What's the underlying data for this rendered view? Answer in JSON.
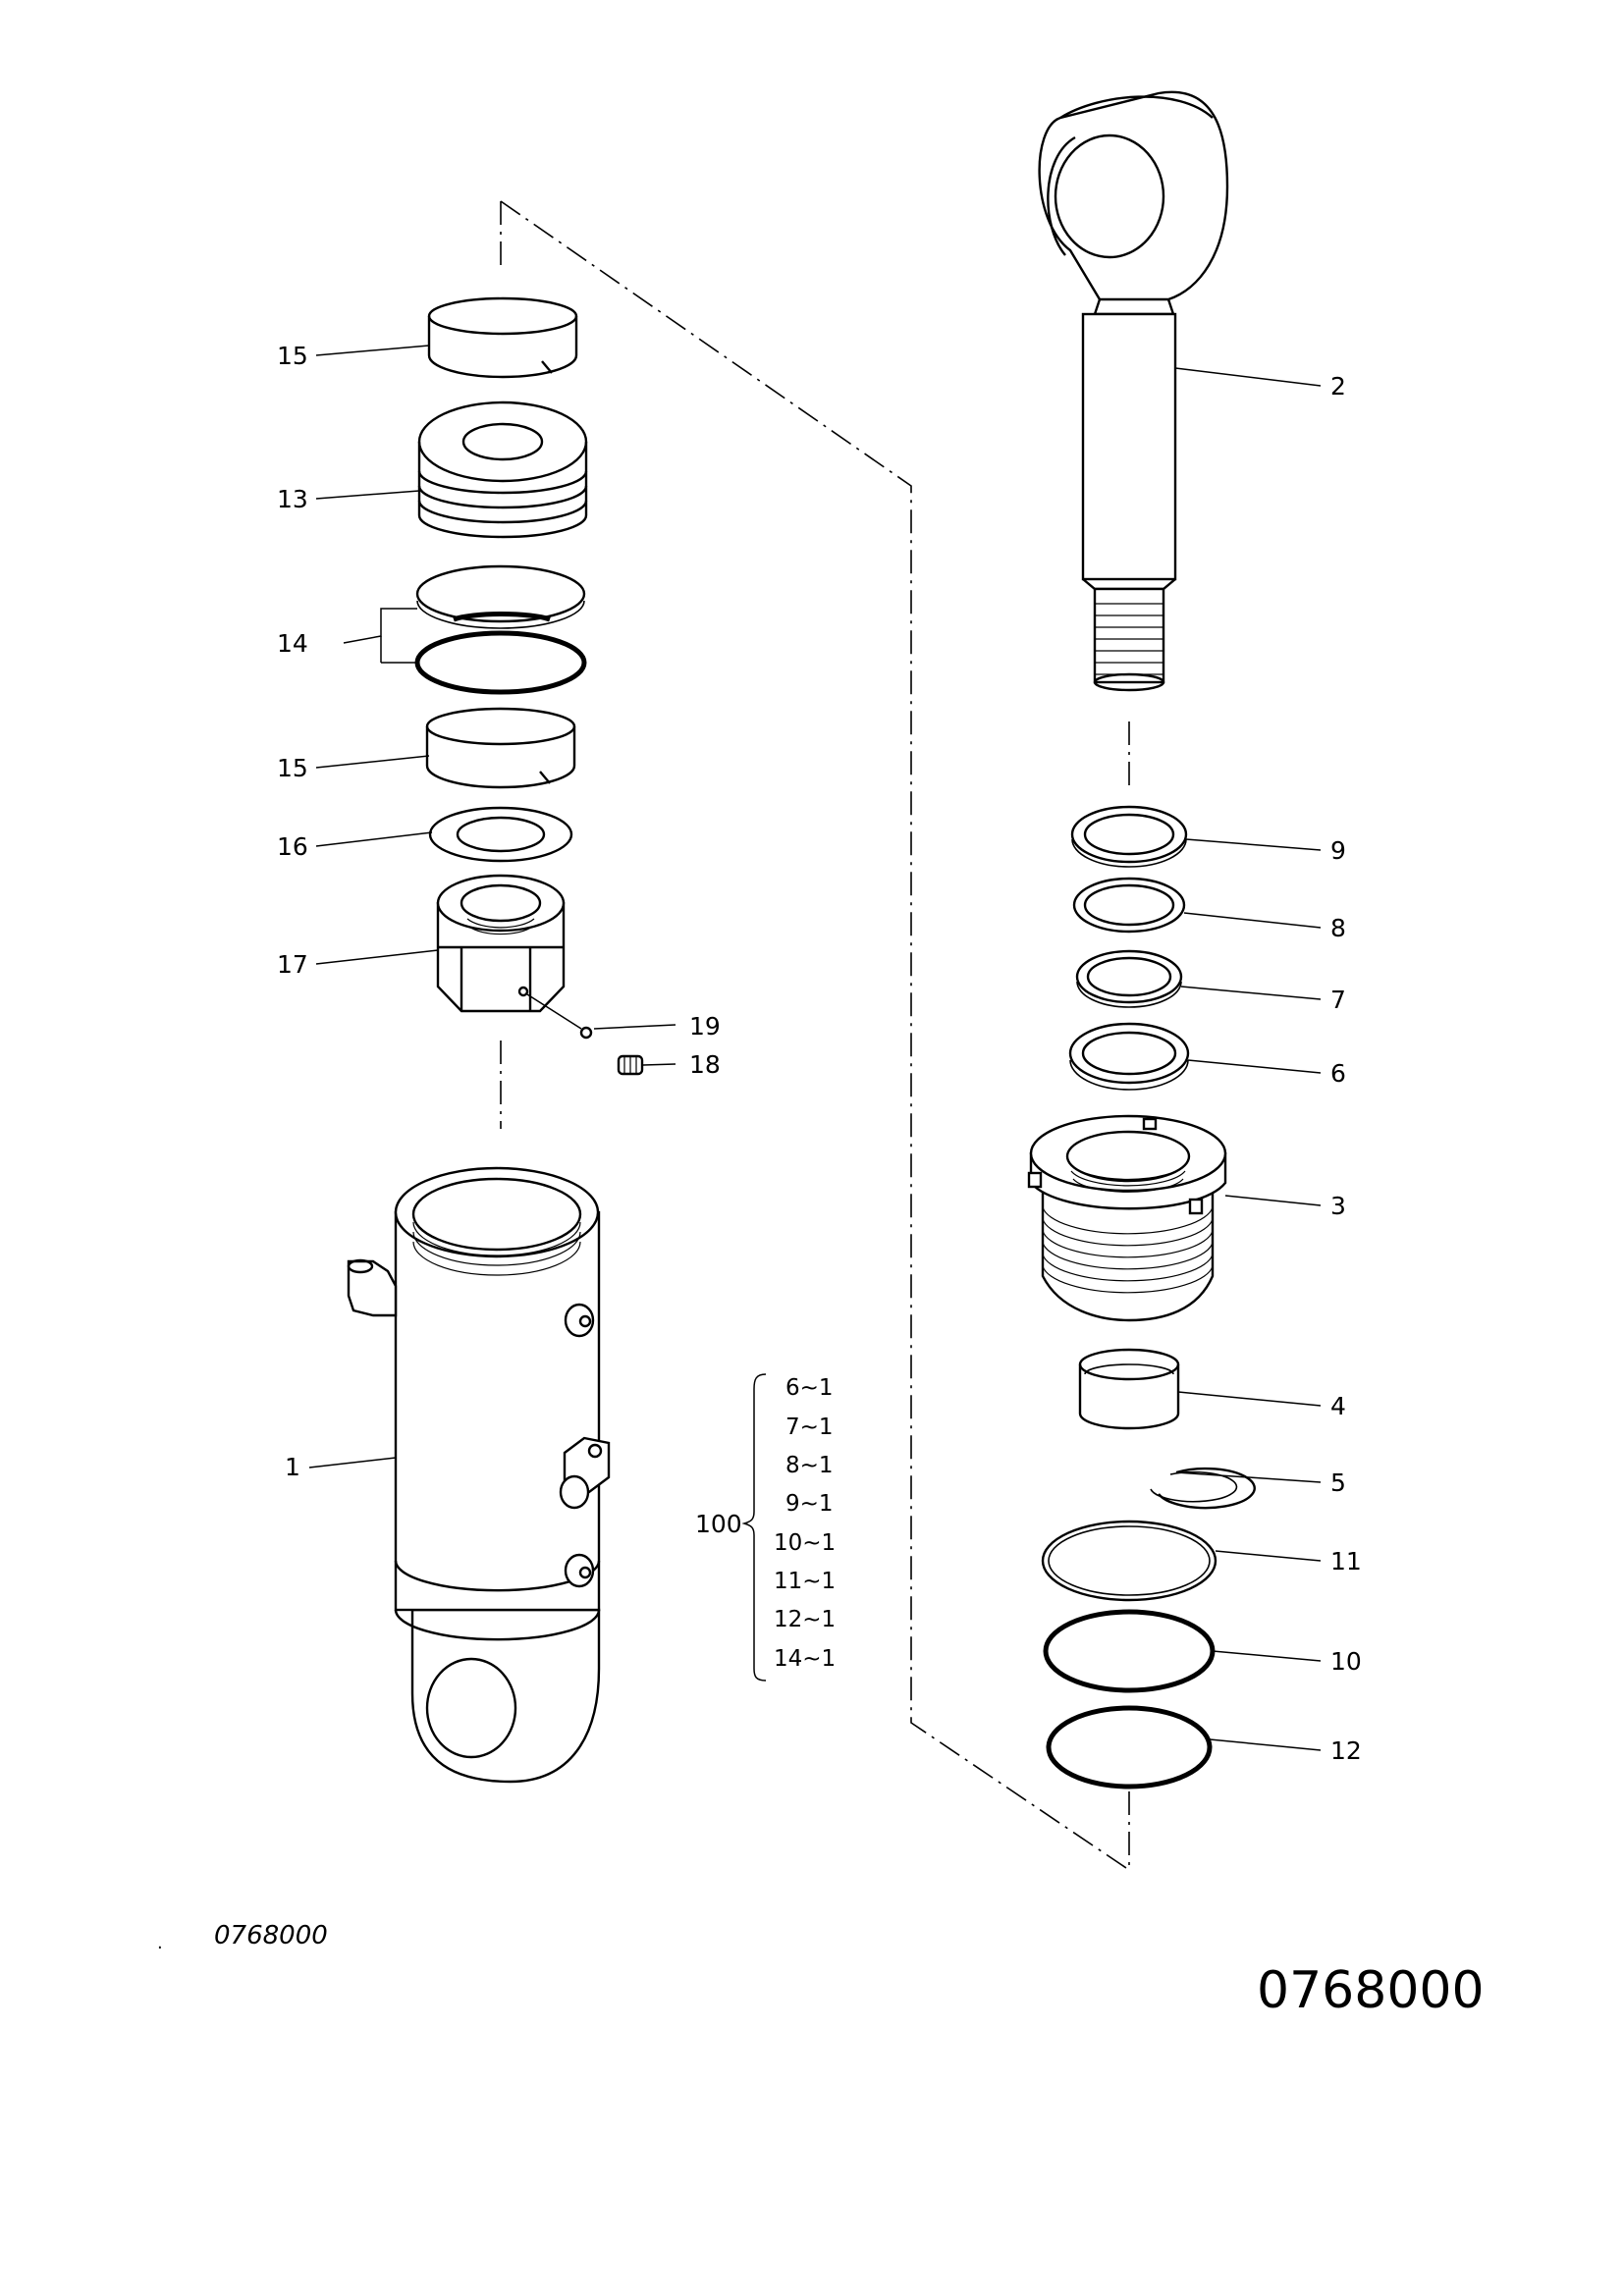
{
  "drawing": {
    "callouts": {
      "c1": "1",
      "c2": "2",
      "c3": "3",
      "c4": "4",
      "c5": "5",
      "c6": "6",
      "c7": "7",
      "c8": "8",
      "c9": "9",
      "c10": "10",
      "c11": "11",
      "c12": "12",
      "c13": "13",
      "c14": "14",
      "c15a": "15",
      "c15b": "15",
      "c16": "16",
      "c17": "17",
      "c18": "18",
      "c19": "19"
    },
    "kit": {
      "number": "100",
      "items": [
        "6~1",
        "7~1",
        "8~1",
        "9~1",
        "10~1",
        "11~1",
        "12~1",
        "14~1"
      ]
    },
    "small_ref": "0768000",
    "small_dot": ".",
    "big_ref": "0768000"
  }
}
